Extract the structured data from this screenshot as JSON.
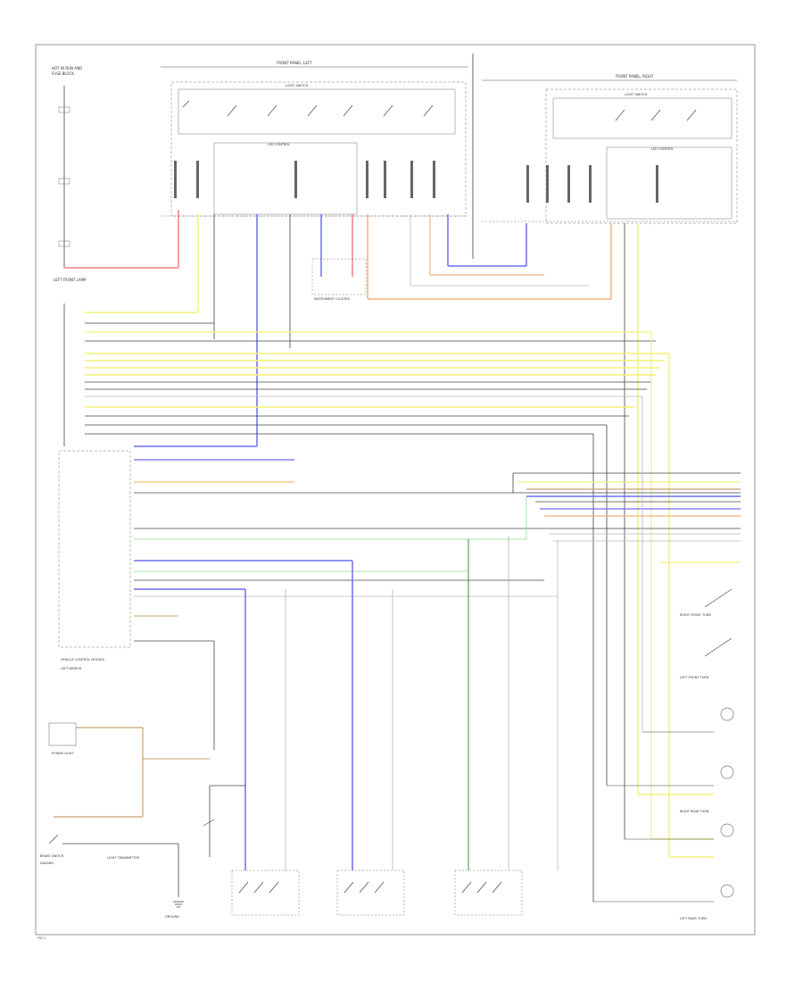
{
  "colors": {
    "border": "#9a9a9a",
    "wire_black": "#444444",
    "wire_yellow": "#f2f07a",
    "wire_blue": "#6d6df2",
    "wire_red": "#f08080",
    "wire_orange": "#f2b07a",
    "wire_green": "#5aa05a",
    "wire_lightgreen": "#a8e0a8",
    "wire_gray": "#b8b8b8",
    "wire_brown": "#c8a070"
  },
  "labels": {
    "hot_in_run": "HOT IN RUN AND",
    "fuse_block": "FUSE BLOCK",
    "front_panel_left": "FRONT PANEL, LEFT",
    "front_panel_right": "FRONT PANEL, RIGHT",
    "light_switch_left": "LIGHT SWITCH",
    "light_switch_right": "LIGHT SWITCH",
    "led_control_left": "LED CONTROL",
    "led_control_right": "LED CONTROL",
    "instrument_cluster": "INSTRUMENT CLUSTER",
    "left_front_lamp": "LEFT FRONT LAMP",
    "power_light": "POWER LIGHT",
    "vehicle_control": "VEHICLE CONTROL MODULE",
    "left_mirror": "LEFT MIRROR",
    "right_front_turn": "RIGHT FRONT TURN",
    "left_front_turn": "LEFT FRONT TURN",
    "right_rear_turn": "RIGHT REAR TURN",
    "left_rear_turn": "LEFT REAR TURN",
    "brake_switch": "BRAKE SWITCH",
    "hazard": "HAZARD",
    "light_transmitter": "LIGHT TRANSMITTER",
    "ground": "GROUND",
    "page_mark": "FIG 1"
  }
}
